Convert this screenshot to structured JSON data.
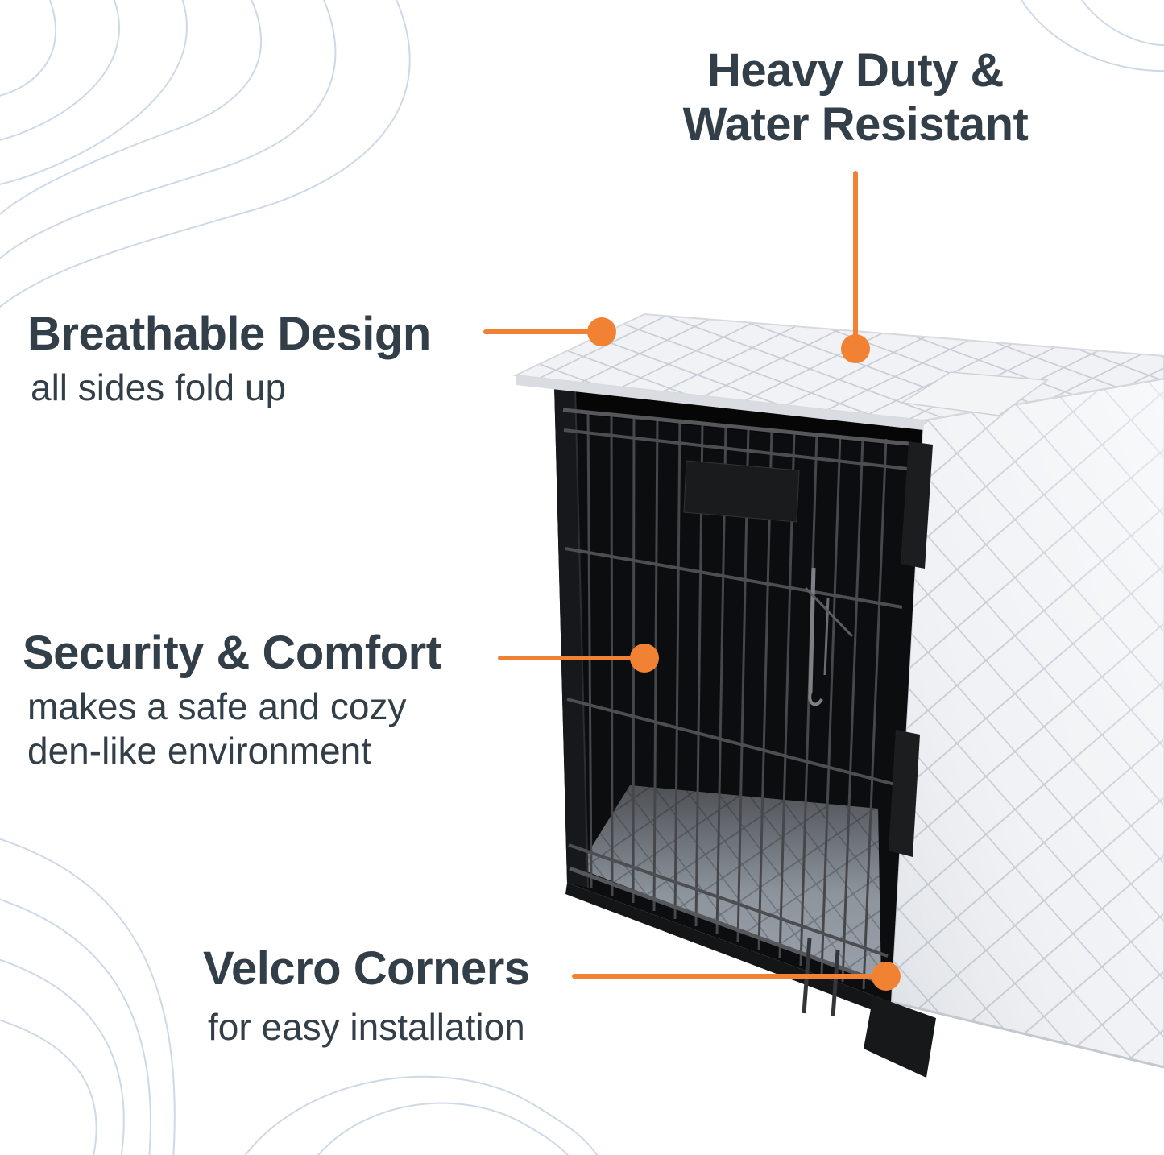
{
  "colors": {
    "accent": "#F18233",
    "heading": "#333F48",
    "wave": "#C9D5E6",
    "cover": "#F0F2F5",
    "cover_stitch": "#C7CCD4",
    "interior": "#0C0D0F",
    "pad": "#9AA1AA"
  },
  "callouts": {
    "heavy_duty": {
      "line1": "Heavy Duty &",
      "line2": "Water Resistant"
    },
    "breathable": {
      "title": "Breathable Design",
      "subtitle": "all sides fold up"
    },
    "security": {
      "title": "Security & Comfort",
      "subtitle_line1": "makes a safe and cozy",
      "subtitle_line2": "den-like environment"
    },
    "velcro": {
      "title": "Velcro Corners",
      "subtitle": "for easy installation"
    }
  },
  "image": {
    "alt": "Wire dog crate with open front door covered by a white quilted cover with velcro corners and a gray quilted pad inside"
  }
}
